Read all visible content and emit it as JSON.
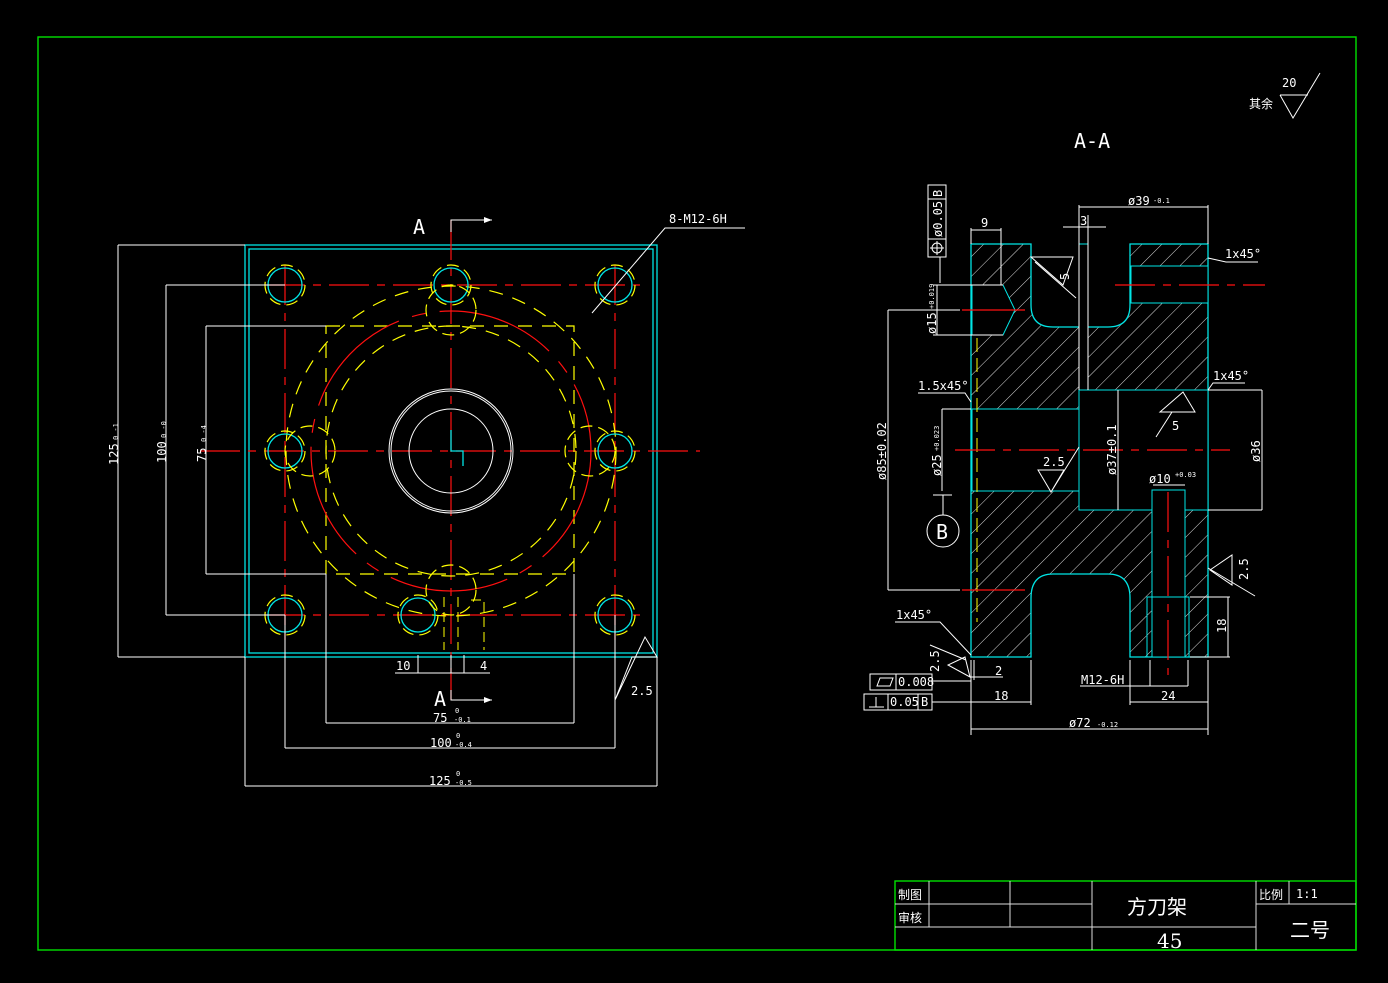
{
  "colors": {
    "background": "#000000",
    "frame": "#00e000",
    "outline": "#00e5e5",
    "center": "#ff1010",
    "hidden": "#ffff00",
    "dims": "#ffffff"
  },
  "roughness_note": {
    "label": "其余",
    "value": "20"
  },
  "plan_view": {
    "section_mark_top": "A",
    "section_mark_bottom": "A",
    "thread_callout": "8-M12-6H",
    "dims": {
      "v125": "125",
      "v125_tol": "0 -1",
      "v100": "100",
      "v100_tol": "0 -0",
      "v75": "75",
      "v75_tol": "0 -4",
      "h10": "10",
      "h4": "4",
      "h75": "75",
      "h75_tol_up": "0",
      "h75_tol_low": "-0.1",
      "h100": "100",
      "h100_tol_up": "0",
      "h100_tol_low": "-0.4",
      "h125": "125",
      "h125_tol_up": "0",
      "h125_tol_low": "-0.5",
      "roughness": "2.5"
    }
  },
  "section_view": {
    "title": "A-A",
    "dims": {
      "d39": "ø39",
      "d39_tol": "-0.1",
      "w9": "9",
      "w3": "3",
      "chamfer_top": "1x45°",
      "chamfer_mid": "1x45°",
      "chamfer_left": "1.5x45°",
      "chamfer_bottom": "1x45°",
      "d15": "ø15",
      "d15_tol": "+0.019",
      "d85": "ø85±0.02",
      "d25": "ø25",
      "d25_tol": "+0.023",
      "d37": "ø37±0.1",
      "d36": "ø36",
      "d10": "ø10",
      "d10_tol": "+0.03",
      "r5a": "5",
      "r5b": "5",
      "r25a": "2.5",
      "r25b": "2.5",
      "r25c": "2.5",
      "h18": "18",
      "w2": "2",
      "w18": "18",
      "w24": "24",
      "thread": "M12-6H",
      "d72": "ø72",
      "d72_tol": "-0.12"
    },
    "datum": "B",
    "position_tol": {
      "value": "ø0.05",
      "datum": "B"
    },
    "flatness_tol": {
      "value": "0.008"
    },
    "perp_tol": {
      "value": "0.05",
      "datum": "B"
    }
  },
  "title_block": {
    "drawn_by_label": "制图",
    "checked_by_label": "审核",
    "part_name": "方刀架",
    "material": "45",
    "scale_label": "比例",
    "scale_value": "1:1",
    "sheet": "二号"
  }
}
